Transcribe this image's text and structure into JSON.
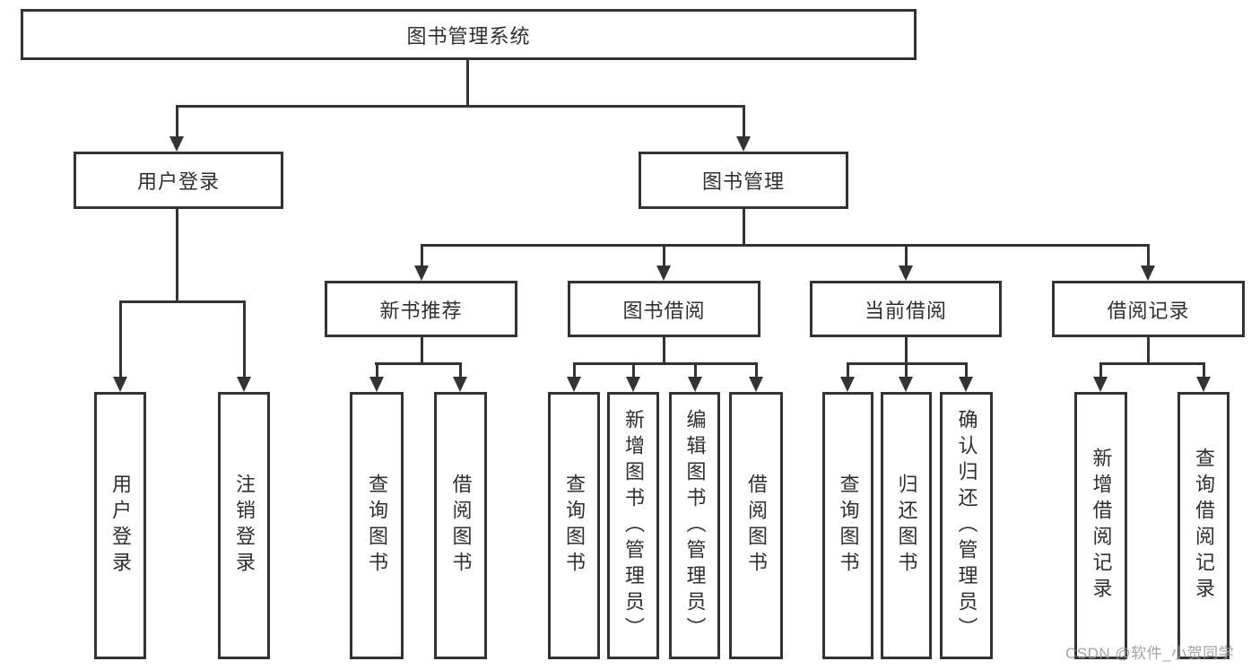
{
  "diagram": {
    "title": "图书管理系统",
    "branches": {
      "user_login": {
        "label": "用户登录",
        "children": [
          "用户登录",
          "注销登录"
        ]
      },
      "book_mgmt": {
        "label": "图书管理",
        "groups": [
          {
            "label": "新书推荐",
            "children": [
              "查询图书",
              "借阅图书"
            ]
          },
          {
            "label": "图书借阅",
            "children": [
              "查询图书",
              "新增图书（管理员）",
              "编辑图书（管理员）",
              "借阅图书"
            ]
          },
          {
            "label": "当前借阅",
            "children": [
              "查询图书",
              "归还图书",
              "确认归还（管理员）"
            ]
          },
          {
            "label": "借阅记录",
            "children": [
              "新增借阅记录",
              "查询借阅记录"
            ]
          }
        ]
      }
    },
    "watermark": "CSDN @软件_小贺同学",
    "colors": {
      "line": "#333333",
      "text": "#2f2f2f",
      "background": "#ffffff",
      "watermark": "#9b9b9b"
    }
  }
}
